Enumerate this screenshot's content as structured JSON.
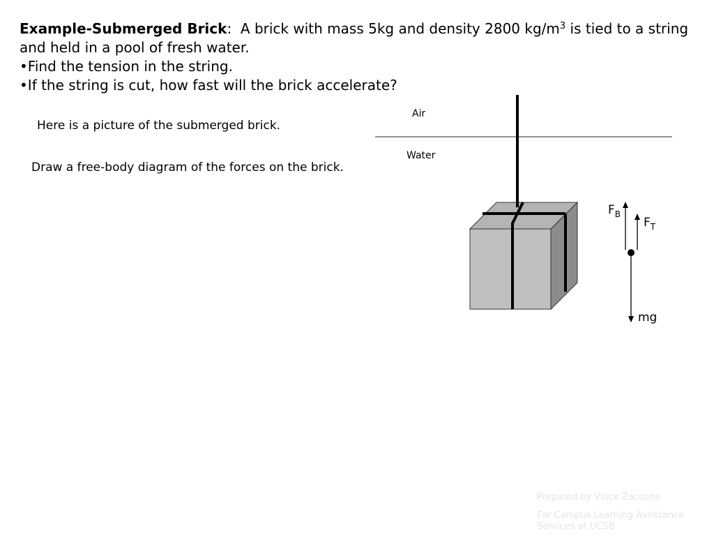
{
  "problem": {
    "heading": "Example-Submerged Brick",
    "heading_sep": ":",
    "statement_a": "  A brick with mass 5kg and density 2800 kg/m",
    "statement_sup": "3",
    "statement_b": " is tied to a string and held in a pool of fresh water.",
    "bullet_1": "•Find the tension in the string.",
    "bullet_2": "•If the string is cut, how fast will the brick accelerate?"
  },
  "notes": {
    "picture": "Here is a picture of the submerged brick.",
    "draw_fbd": "Draw a free-body diagram of the forces on the brick."
  },
  "diagram": {
    "air_label": "Air",
    "water_label": "Water",
    "brick_fill": "#c0c0c0",
    "brick_top_fill": "#b4b4b4",
    "brick_side_fill": "#8c8c8c"
  },
  "free_body": {
    "buoyant_symbol": "F",
    "buoyant_subscript": "B",
    "tension_symbol": "F",
    "tension_subscript": "T",
    "gravity_label": "mg"
  },
  "credits": {
    "prepared_by": "Prepared by Vince Zaccone",
    "for_line1": "For Campus Learning Assistance",
    "for_line2": "Services at UCSB"
  }
}
